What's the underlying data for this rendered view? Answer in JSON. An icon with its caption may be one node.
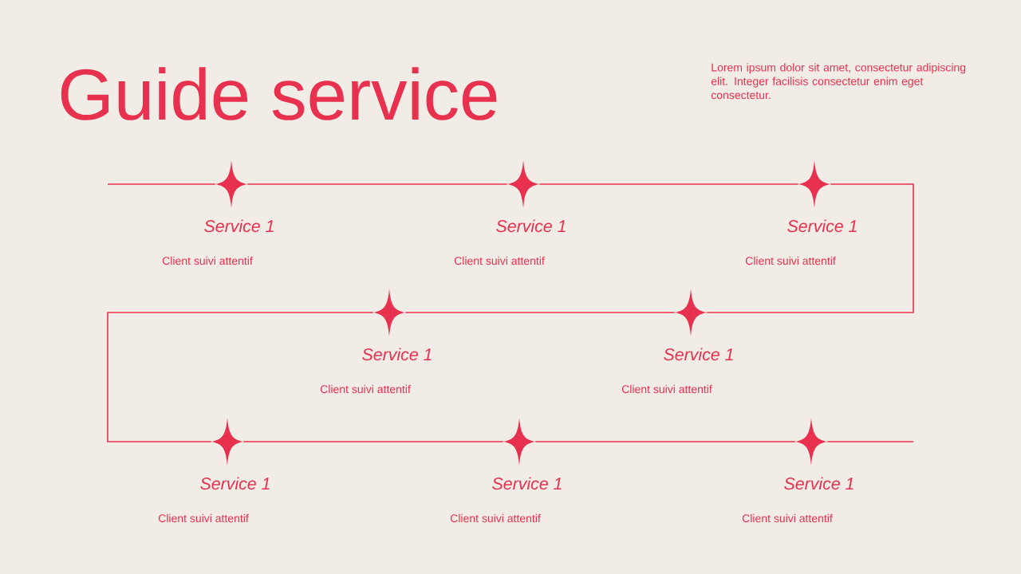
{
  "diagram": {
    "title": "Guide service",
    "nodes": [
      {
        "text": [
          "Service 1",
          "Client suivi attentif"
        ]
      },
      {
        "text": [
          "Service 1",
          "Client suivi attentif"
        ]
      },
      {
        "text": [
          "Service 1",
          "Client suivi attentif"
        ]
      },
      {
        "text": [
          "Service 1",
          "Client suivi attentif"
        ]
      },
      {
        "text": [
          "Service 1",
          "Client suivi attentif"
        ]
      },
      {
        "text": [
          "Service 1",
          "Client suivi attentif"
        ]
      },
      {
        "text": [
          "Service 1",
          "Client suivi attentif"
        ]
      },
      {
        "text": [
          "Service 1",
          "Client suivi attentif"
        ]
      }
    ],
    "edges": [
      {
        "from": null,
        "to": 0,
        "arrow": "none"
      },
      {
        "from": 0,
        "to": 1,
        "arrow": "none"
      },
      {
        "from": 1,
        "to": 2,
        "arrow": "none"
      },
      {
        "from": 2,
        "to": 4,
        "arrow": "none"
      },
      {
        "from": 4,
        "to": 3,
        "arrow": "none"
      },
      {
        "from": 3,
        "to": 5,
        "arrow": "none"
      },
      {
        "from": 5,
        "to": 6,
        "arrow": "none"
      },
      {
        "from": 6,
        "to": 7,
        "arrow": "none"
      },
      {
        "from": 7,
        "to": null,
        "arrow": "none"
      }
    ],
    "labels": [
      "Lorem ipsum dolor sit amet, consectetur adipiscing elit. Integer facilisis consectetur enim eget consectetur."
    ]
  }
}
